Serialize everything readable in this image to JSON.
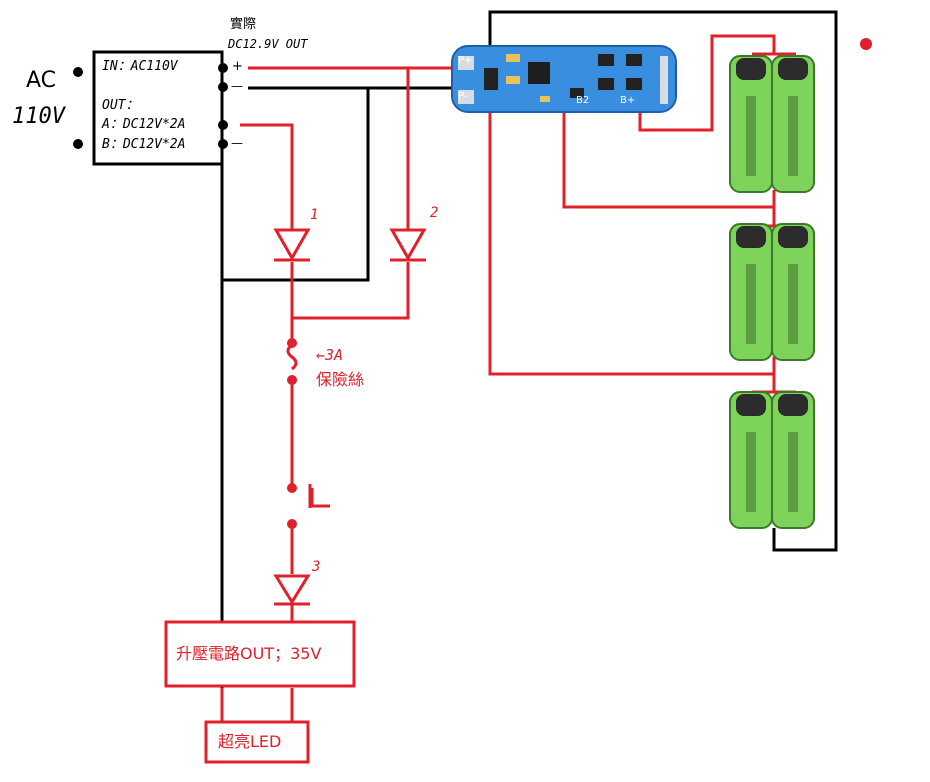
{
  "colors": {
    "wire_red": "#e0202a",
    "wire_black": "#000000",
    "battery_green": "#7ed45a",
    "board_blue": "#2a7fd0"
  },
  "labels": {
    "ac": "AC",
    "ac_volt": "110V",
    "psu_in": "IN：AC110V",
    "psu_out": "OUT：",
    "psu_a": "A：DC12V*2A",
    "psu_b": "B：DC12V*2A",
    "actual_title": "實際",
    "actual_out": "DC12.9V OUT",
    "term_plus": "+",
    "term_minus": "—",
    "diode1": "1",
    "diode2": "2",
    "diode3": "3",
    "fuse_arrow": "←3A",
    "fuse_label": "保險絲",
    "boost_label": "升壓電路OUT；35V",
    "led_label": "超亮LED",
    "bms_p_plus": "P+",
    "bms_p_minus": "P-",
    "bms_b2": "B2",
    "bms_b_plus": "B+"
  }
}
